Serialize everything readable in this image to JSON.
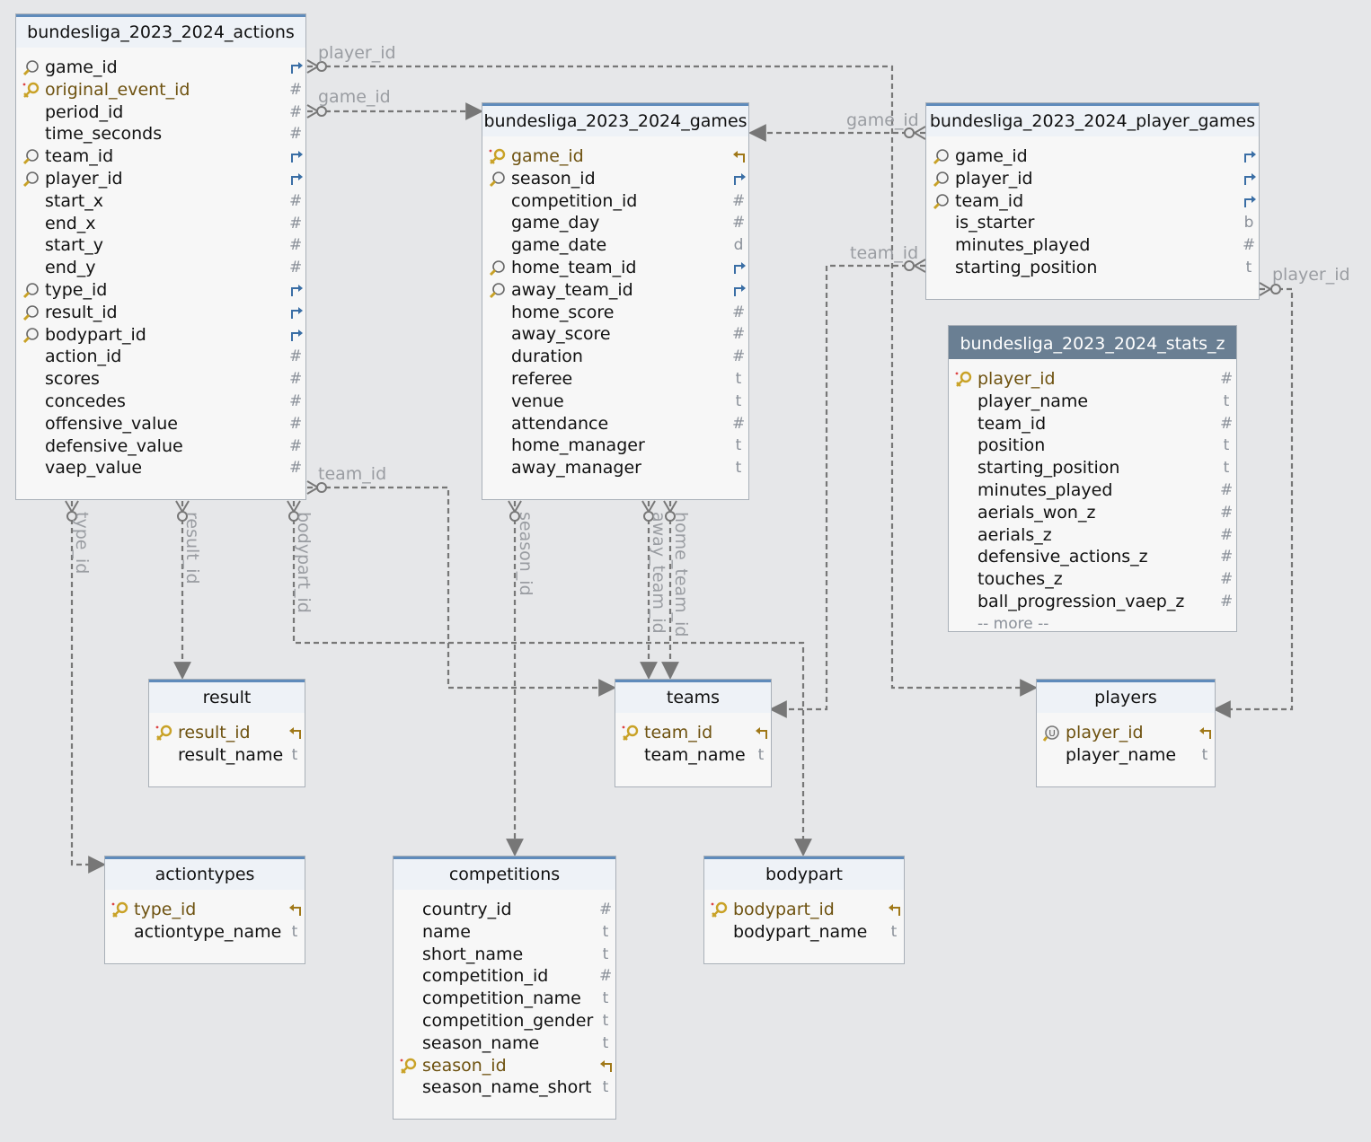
{
  "tables": {
    "actions": {
      "title": "bundesliga_2023_2024_actions",
      "columns": [
        {
          "name": "game_id",
          "key": "fk",
          "type": "fk"
        },
        {
          "name": "original_event_id",
          "key": "pk",
          "type": "#"
        },
        {
          "name": "period_id",
          "key": "",
          "type": "#"
        },
        {
          "name": "time_seconds",
          "key": "",
          "type": "#"
        },
        {
          "name": "team_id",
          "key": "fk",
          "type": "fk"
        },
        {
          "name": "player_id",
          "key": "fk",
          "type": "fk"
        },
        {
          "name": "start_x",
          "key": "",
          "type": "#"
        },
        {
          "name": "end_x",
          "key": "",
          "type": "#"
        },
        {
          "name": "start_y",
          "key": "",
          "type": "#"
        },
        {
          "name": "end_y",
          "key": "",
          "type": "#"
        },
        {
          "name": "type_id",
          "key": "fk",
          "type": "fk"
        },
        {
          "name": "result_id",
          "key": "fk",
          "type": "fk"
        },
        {
          "name": "bodypart_id",
          "key": "fk",
          "type": "fk"
        },
        {
          "name": "action_id",
          "key": "",
          "type": "#"
        },
        {
          "name": "scores",
          "key": "",
          "type": "#"
        },
        {
          "name": "concedes",
          "key": "",
          "type": "#"
        },
        {
          "name": "offensive_value",
          "key": "",
          "type": "#"
        },
        {
          "name": "defensive_value",
          "key": "",
          "type": "#"
        },
        {
          "name": "vaep_value",
          "key": "",
          "type": "#"
        }
      ]
    },
    "games": {
      "title": "bundesliga_2023_2024_games",
      "columns": [
        {
          "name": "game_id",
          "key": "pk",
          "type": "pk"
        },
        {
          "name": "season_id",
          "key": "fk",
          "type": "fk"
        },
        {
          "name": "competition_id",
          "key": "",
          "type": "#"
        },
        {
          "name": "game_day",
          "key": "",
          "type": "#"
        },
        {
          "name": "game_date",
          "key": "",
          "type": "d"
        },
        {
          "name": "home_team_id",
          "key": "fk",
          "type": "fk"
        },
        {
          "name": "away_team_id",
          "key": "fk",
          "type": "fk"
        },
        {
          "name": "home_score",
          "key": "",
          "type": "#"
        },
        {
          "name": "away_score",
          "key": "",
          "type": "#"
        },
        {
          "name": "duration",
          "key": "",
          "type": "#"
        },
        {
          "name": "referee",
          "key": "",
          "type": "t"
        },
        {
          "name": "venue",
          "key": "",
          "type": "t"
        },
        {
          "name": "attendance",
          "key": "",
          "type": "#"
        },
        {
          "name": "home_manager",
          "key": "",
          "type": "t"
        },
        {
          "name": "away_manager",
          "key": "",
          "type": "t"
        }
      ]
    },
    "player_games": {
      "title": "bundesliga_2023_2024_player_games",
      "columns": [
        {
          "name": "game_id",
          "key": "fk",
          "type": "fk"
        },
        {
          "name": "player_id",
          "key": "fk",
          "type": "fk"
        },
        {
          "name": "team_id",
          "key": "fk",
          "type": "fk"
        },
        {
          "name": "is_starter",
          "key": "",
          "type": "b"
        },
        {
          "name": "minutes_played",
          "key": "",
          "type": "#"
        },
        {
          "name": "starting_position",
          "key": "",
          "type": "t"
        }
      ]
    },
    "stats_z": {
      "title": "bundesliga_2023_2024_stats_z",
      "more": "-- more --",
      "columns": [
        {
          "name": "player_id",
          "key": "pk",
          "type": "#"
        },
        {
          "name": "player_name",
          "key": "",
          "type": "t"
        },
        {
          "name": "team_id",
          "key": "",
          "type": "#"
        },
        {
          "name": "position",
          "key": "",
          "type": "t"
        },
        {
          "name": "starting_position",
          "key": "",
          "type": "t"
        },
        {
          "name": "minutes_played",
          "key": "",
          "type": "#"
        },
        {
          "name": "aerials_won_z",
          "key": "",
          "type": "#"
        },
        {
          "name": "aerials_z",
          "key": "",
          "type": "#"
        },
        {
          "name": "defensive_actions_z",
          "key": "",
          "type": "#"
        },
        {
          "name": "touches_z",
          "key": "",
          "type": "#"
        },
        {
          "name": "ball_progression_vaep_z",
          "key": "",
          "type": "#"
        }
      ]
    },
    "result": {
      "title": "result",
      "columns": [
        {
          "name": "result_id",
          "key": "pk",
          "type": "pk"
        },
        {
          "name": "result_name",
          "key": "",
          "type": "t"
        }
      ]
    },
    "teams": {
      "title": "teams",
      "columns": [
        {
          "name": "team_id",
          "key": "pk",
          "type": "pk"
        },
        {
          "name": "team_name",
          "key": "",
          "type": "t"
        }
      ]
    },
    "players": {
      "title": "players",
      "columns": [
        {
          "name": "player_id",
          "key": "uk",
          "type": "pk"
        },
        {
          "name": "player_name",
          "key": "",
          "type": "t"
        }
      ]
    },
    "actiontypes": {
      "title": "actiontypes",
      "columns": [
        {
          "name": "type_id",
          "key": "pk",
          "type": "pk"
        },
        {
          "name": "actiontype_name",
          "key": "",
          "type": "t"
        }
      ]
    },
    "competitions": {
      "title": "competitions",
      "columns": [
        {
          "name": "country_id",
          "key": "",
          "type": "#"
        },
        {
          "name": "name",
          "key": "",
          "type": "t"
        },
        {
          "name": "short_name",
          "key": "",
          "type": "t"
        },
        {
          "name": "competition_id",
          "key": "",
          "type": "#"
        },
        {
          "name": "competition_name",
          "key": "",
          "type": "t"
        },
        {
          "name": "competition_gender",
          "key": "",
          "type": "t"
        },
        {
          "name": "season_name",
          "key": "",
          "type": "t"
        },
        {
          "name": "season_id",
          "key": "pk",
          "type": "pk"
        },
        {
          "name": "season_name_short",
          "key": "",
          "type": "t"
        }
      ]
    },
    "bodypart": {
      "title": "bodypart",
      "columns": [
        {
          "name": "bodypart_id",
          "key": "pk",
          "type": "pk"
        },
        {
          "name": "bodypart_name",
          "key": "",
          "type": "t"
        }
      ]
    }
  },
  "relationship_labels": {
    "actions_player": "player_id",
    "actions_game": "game_id",
    "player_games_game": "game_id",
    "player_games_team": "team_id",
    "player_games_player": "player_id",
    "actions_team": "team_id",
    "actions_type": "type_id",
    "actions_result": "result_id",
    "actions_bodypart": "bodypart_id",
    "games_season": "season_id",
    "games_away_team": "away_team_id",
    "games_home_team": "home_team_id"
  },
  "colors": {
    "canvas": "#e6e7e9",
    "header_accent": "#5f8bbb",
    "header_dark": "#6a7f93",
    "key_gold": "#c9a227",
    "fk_arrow": "#3a6ea5",
    "link_line": "#777777"
  }
}
